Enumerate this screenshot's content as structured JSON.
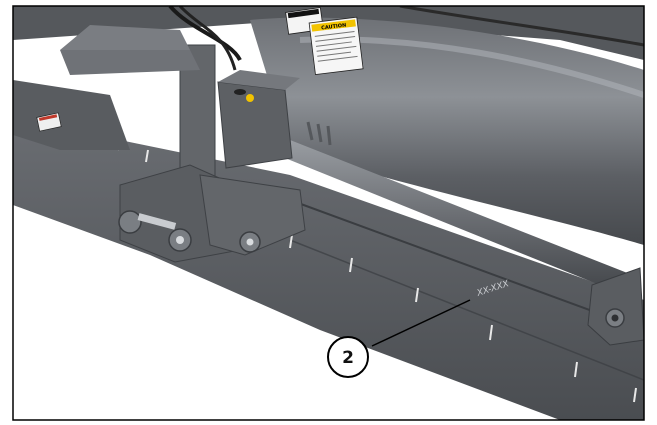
{
  "illustration": {
    "callouts": [
      {
        "label": "2"
      }
    ],
    "serial_marking": "XX-XXX",
    "decal_heading": "CAUTION",
    "colors": {
      "machine_body": "#5f6266",
      "machine_dark": "#3f4246",
      "machine_light": "#8a8e93",
      "decal_yellow": "#f2c300",
      "frame": "#000000",
      "background": "#ffffff"
    }
  }
}
